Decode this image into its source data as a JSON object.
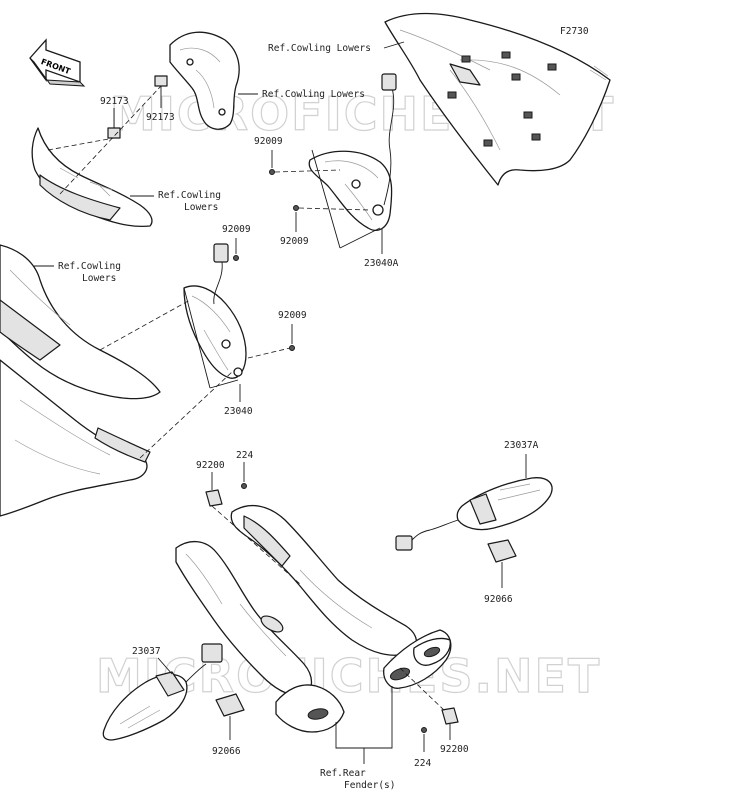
{
  "diagram": {
    "code": "F2730",
    "front_label": "FRONT",
    "watermark": "MICROFICHES.NET",
    "callouts": {
      "ref_cowling_1": "Ref.Cowling Lowers",
      "ref_cowling_2": "Ref.Cowling Lowers",
      "ref_cowling_3_line1": "Ref.Cowling",
      "ref_cowling_3_line2": "Lowers",
      "ref_cowling_4_line1": "Ref.Cowling",
      "ref_cowling_4_line2": "Lowers",
      "ref_fender_line1": "Ref.Rear",
      "ref_fender_line2": "Fender(s)"
    },
    "parts": {
      "p92173_a": "92173",
      "p92173_b": "92173",
      "p92009_a": "92009",
      "p92009_b": "92009",
      "p92009_c": "92009",
      "p92009_d": "92009",
      "p23040A": "23040A",
      "p23040": "23040",
      "p92200_a": "92200",
      "p224_a": "224",
      "p23037A": "23037A",
      "p92066_a": "92066",
      "p23037": "23037",
      "p92066_b": "92066",
      "p224_b": "224",
      "p92200_b": "92200"
    }
  }
}
